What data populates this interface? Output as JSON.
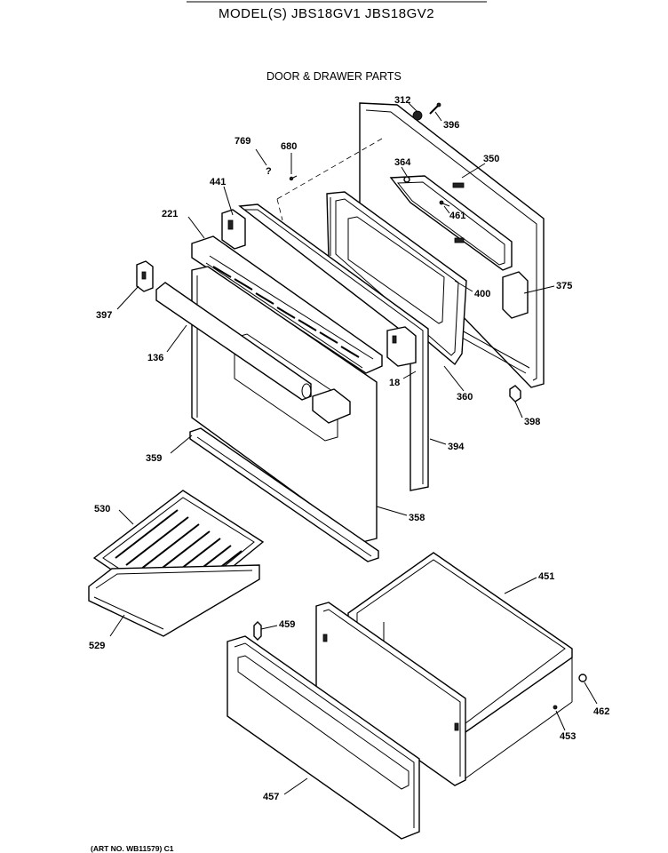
{
  "header": {
    "model_title": "MODEL(S) JBS18GV1  JBS18GV2",
    "section_title": "DOOR & DRAWER PARTS"
  },
  "footer": {
    "art_number": "(ART NO. WB11579) C1"
  },
  "callouts": {
    "p312": "312",
    "p396": "396",
    "p769": "769",
    "p680": "680",
    "p364": "364",
    "p350": "350",
    "p441": "441",
    "p461": "461",
    "p221": "221",
    "p400": "400",
    "p375": "375",
    "p397": "397",
    "p136": "136",
    "p18": "18",
    "p360": "360",
    "p398": "398",
    "p394": "394",
    "p359": "359",
    "p358": "358",
    "p530": "530",
    "p451": "451",
    "p459": "459",
    "p529": "529",
    "p462": "462",
    "p453": "453",
    "p457": "457"
  }
}
